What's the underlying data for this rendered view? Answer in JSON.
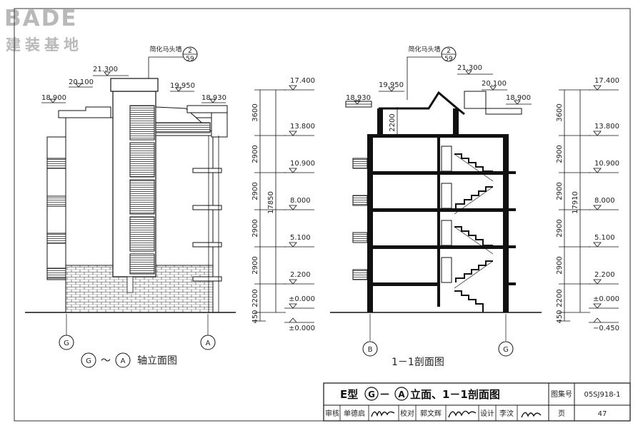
{
  "watermark": {
    "brand": "BADE",
    "subtitle": "建装基地"
  },
  "left_view": {
    "top_callout": "简化马头墙",
    "detail_ref": {
      "num": "2",
      "sheet": "59"
    },
    "roof_elevations": [
      "21.300",
      "20.100",
      "19.950",
      "18.900",
      "18.930"
    ],
    "level_marks": [
      "17.400",
      "13.800",
      "10.900",
      "8.000",
      "5.100",
      "2.200",
      "±0.000",
      "±0.000"
    ],
    "dims": [
      "3600",
      "2900",
      "2900",
      "2900",
      "2900",
      "2200",
      "450"
    ],
    "total_height": "17850",
    "axes": [
      "G",
      "A"
    ],
    "caption": {
      "from": "G",
      "to": "A",
      "text": "轴立面图"
    }
  },
  "right_view": {
    "top_callout": "简化马头墙",
    "detail_ref": {
      "num": "2",
      "sheet": "59"
    },
    "roof_elevations": [
      "21.300",
      "19.950",
      "20.100",
      "18.930",
      "18.900"
    ],
    "inner_dim": "2200",
    "level_marks": [
      "17.400",
      "13.800",
      "10.900",
      "8.000",
      "5.100",
      "2.200",
      "±0.000",
      "−0.450"
    ],
    "dims": [
      "3600",
      "2900",
      "2900",
      "2900",
      "2900",
      "2200",
      "450"
    ],
    "total_height": "17910",
    "axes": [
      "B",
      "G"
    ],
    "caption": "1－1剖面图"
  },
  "title_block": {
    "title_prefix": "E型",
    "axis1": "G",
    "dash": "－",
    "axis2": "A",
    "title_rest": "立面、1－1剖面图",
    "atlas_label": "图集号",
    "atlas_no": "05SJ918-1",
    "roles": [
      {
        "role": "审核",
        "name": "单德启"
      },
      {
        "role": "校对",
        "name": "郭文辉"
      },
      {
        "role": "设计",
        "name": "李汶"
      }
    ],
    "page_label": "页",
    "page_no": "47"
  }
}
